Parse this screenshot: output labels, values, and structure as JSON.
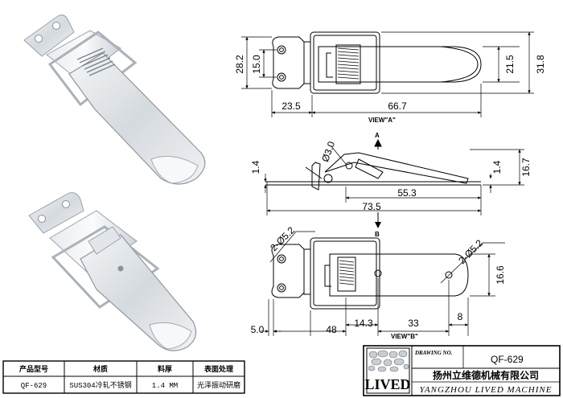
{
  "views": {
    "a_label": "VIEW\"A\"",
    "b_label": "VIEW\"B\"",
    "arrow_a": "A",
    "arrow_b": "B"
  },
  "dims_a": {
    "d1": "28.2",
    "d2": "15.0",
    "d3": "21.5",
    "d4": "31.8",
    "d5": "23.5",
    "d6": "66.7"
  },
  "dims_side": {
    "d1": "Ø3.0",
    "d2": "1.4",
    "d3": "1.4",
    "d4": "16.7",
    "d5": "55.3",
    "d6": "73.5"
  },
  "dims_b": {
    "d1": "2-Ø5.2",
    "d2": "2-Ø5.2",
    "d3": "16.6",
    "d4": "5.0",
    "d5": "48",
    "d6": "14.3",
    "d7": "33",
    "d8": "8"
  },
  "spec_table": {
    "headers": [
      "产品型号",
      "材质",
      "料厚",
      "表面处理"
    ],
    "values": [
      "QF-629",
      "SUS304冷轧不锈钢",
      "1.4 MM",
      "光泽振动研磨"
    ]
  },
  "title_block": {
    "logo": "LIVED",
    "drawing_no_label": "DRAWING NO.",
    "drawing_no": "QF-629",
    "company_cn": "扬州立维德机械有限公司",
    "company_en": "YANGZHOU LIVED MACHINE"
  }
}
